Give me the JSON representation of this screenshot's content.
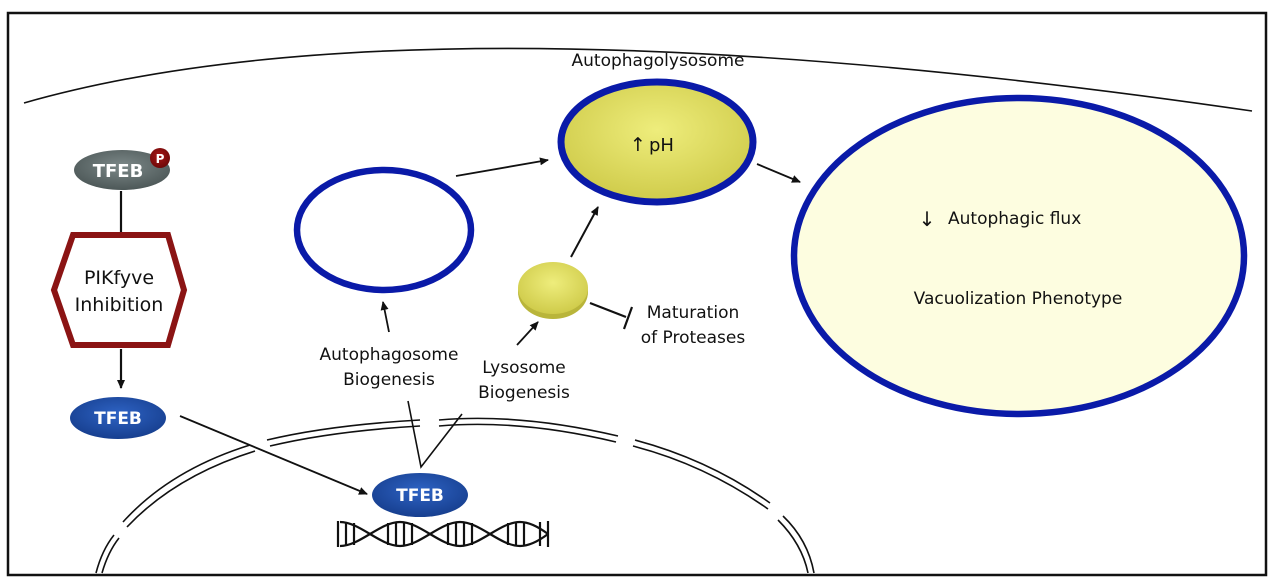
{
  "figure": {
    "title": "TFEB-mediated autophagy/lysosome pathway under PIKfyve inhibition",
    "colors": {
      "membrane_blue": "#0a1aa8",
      "tfeb_blue": "#1f4fa8",
      "tfeb_gray": "#5e6b6b",
      "phospho_red": "#8a0f0f",
      "hexagon_red": "#8b1414",
      "lysosome_yellow": "#e6e46a",
      "vacuole_fill": "#fdfde0",
      "line": "#111111"
    }
  },
  "nodes": {
    "tfeb_phospho": {
      "label": "TFEB",
      "badge": "P"
    },
    "pikfyve": {
      "line1": "PIKfyve",
      "line2": "Inhibition"
    },
    "tfeb_cytoplasm": {
      "label": "TFEB"
    },
    "tfeb_nucleus": {
      "label": "TFEB"
    },
    "autophagolysosome": {
      "title": "Autophagolysosome",
      "inner_arrow": "↑",
      "inner_text": "pH"
    },
    "autophagosome_biogenesis": {
      "line1": "Autophagosome",
      "line2": "Biogenesis"
    },
    "lysosome_biogenesis": {
      "line1": "Lysosome",
      "line2": "Biogenesis"
    },
    "protease_maturation": {
      "line1": "Maturation",
      "line2": "of Proteases"
    },
    "vacuole": {
      "flux_arrow": "↓",
      "flux_text": "Autophagic flux",
      "phenotype": "Vacuolization Phenotype"
    }
  },
  "edges": [
    {
      "from": "tfeb_phospho",
      "to": "pikfyve",
      "type": "line"
    },
    {
      "from": "pikfyve",
      "to": "tfeb_cytoplasm",
      "type": "arrow"
    },
    {
      "from": "tfeb_cytoplasm",
      "to": "tfeb_nucleus",
      "type": "arrow"
    },
    {
      "from": "tfeb_nucleus",
      "to": "autophagosome_biogenesis",
      "type": "line"
    },
    {
      "from": "tfeb_nucleus",
      "to": "lysosome_biogenesis",
      "type": "line"
    },
    {
      "from": "autophagosome_biogenesis",
      "to": "autophagosome",
      "type": "arrow"
    },
    {
      "from": "lysosome_biogenesis",
      "to": "lysosome",
      "type": "arrow"
    },
    {
      "from": "autophagosome",
      "to": "autophagolysosome",
      "type": "arrow"
    },
    {
      "from": "lysosome",
      "to": "autophagolysosome",
      "type": "arrow"
    },
    {
      "from": "lysosome",
      "to": "protease_maturation",
      "type": "inhibition"
    },
    {
      "from": "autophagolysosome",
      "to": "vacuole",
      "type": "arrow"
    }
  ]
}
